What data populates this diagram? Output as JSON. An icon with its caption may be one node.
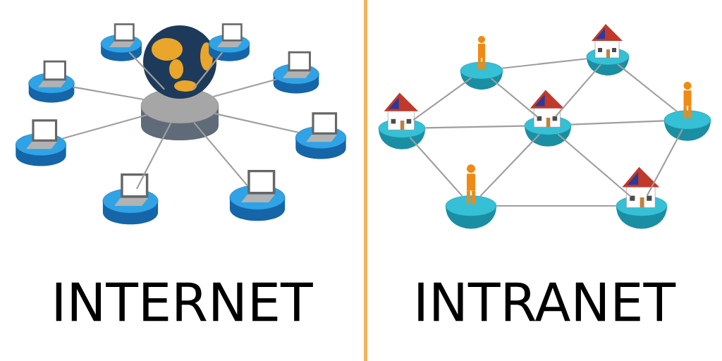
{
  "diagram": {
    "nodes": [
      {
        "text": [],
        "shape": "picture"
      },
      {
        "text": [],
        "shape": "picture"
      },
      {
        "text": [],
        "shape": "picture"
      },
      {
        "text": [],
        "shape": "picture"
      },
      {
        "text": [],
        "shape": "picture"
      },
      {
        "text": [],
        "shape": "picture"
      },
      {
        "text": [],
        "shape": "picture"
      },
      {
        "text": [],
        "shape": "picture"
      },
      {
        "text": [],
        "shape": "picture"
      },
      {
        "text": [],
        "shape": "person"
      },
      {
        "text": [],
        "shape": "picture"
      },
      {
        "text": [],
        "shape": "picture"
      },
      {
        "text": [],
        "shape": "picture"
      },
      {
        "text": [],
        "shape": "person"
      },
      {
        "text": [],
        "shape": "person"
      },
      {
        "text": [],
        "shape": "picture"
      }
    ],
    "edges": [
      {
        "from": 0,
        "to": 1,
        "arrow": "none"
      },
      {
        "from": 0,
        "to": 2,
        "arrow": "none"
      },
      {
        "from": 0,
        "to": 3,
        "arrow": "none"
      },
      {
        "from": 0,
        "to": 4,
        "arrow": "none"
      },
      {
        "from": 0,
        "to": 5,
        "arrow": "none"
      },
      {
        "from": 0,
        "to": 6,
        "arrow": "none"
      },
      {
        "from": 0,
        "to": 7,
        "arrow": "none"
      },
      {
        "from": 0,
        "to": 8,
        "arrow": "none"
      },
      {
        "from": 9,
        "to": 10,
        "arrow": "none"
      },
      {
        "from": 9,
        "to": 11,
        "arrow": "none"
      },
      {
        "from": 9,
        "to": 12,
        "arrow": "none"
      },
      {
        "from": 10,
        "to": 12,
        "arrow": "none"
      },
      {
        "from": 10,
        "to": 13,
        "arrow": "none"
      },
      {
        "from": 11,
        "to": 12,
        "arrow": "none"
      },
      {
        "from": 12,
        "to": 13,
        "arrow": "none"
      },
      {
        "from": 11,
        "to": 14,
        "arrow": "none"
      },
      {
        "from": 12,
        "to": 14,
        "arrow": "none"
      },
      {
        "from": 12,
        "to": 15,
        "arrow": "none"
      },
      {
        "from": 14,
        "to": 15,
        "arrow": "none"
      },
      {
        "from": 13,
        "to": 15,
        "arrow": "none"
      }
    ],
    "labels": [
      "INTERNET",
      "INTRANET"
    ]
  }
}
